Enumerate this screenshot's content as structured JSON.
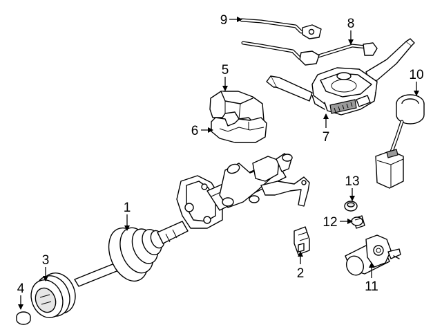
{
  "diagram": {
    "callouts": [
      {
        "id": "1",
        "label": "1"
      },
      {
        "id": "2",
        "label": "2"
      },
      {
        "id": "3",
        "label": "3"
      },
      {
        "id": "4",
        "label": "4"
      },
      {
        "id": "5",
        "label": "5"
      },
      {
        "id": "6",
        "label": "6"
      },
      {
        "id": "7",
        "label": "7"
      },
      {
        "id": "8",
        "label": "8"
      },
      {
        "id": "9",
        "label": "9"
      },
      {
        "id": "10",
        "label": "10"
      },
      {
        "id": "11",
        "label": "11"
      },
      {
        "id": "12",
        "label": "12"
      },
      {
        "id": "13",
        "label": "13"
      }
    ],
    "colors": {
      "line": "#000000",
      "fill": "#ffffff",
      "shade": "#e6e6e6"
    }
  }
}
